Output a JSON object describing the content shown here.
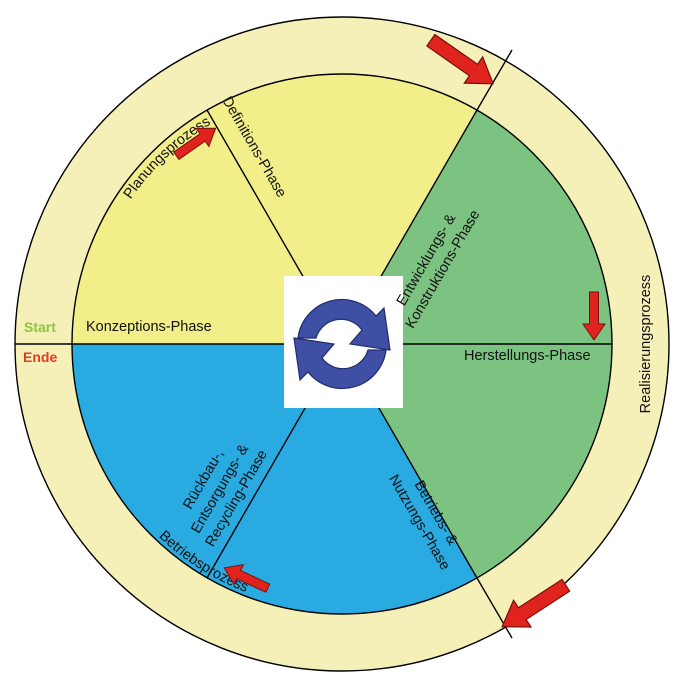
{
  "outer_ring": {
    "planning": "Planungsprozess",
    "realization": "Realisierungsprozess",
    "operation": "Betriebsprozess"
  },
  "markers": {
    "start": "Start",
    "end": "Ende"
  },
  "phases": {
    "definition": "Definitions-Phase",
    "development_line1": "Entwicklungs- &",
    "development_line2": "Konstruktions-Phase",
    "production": "Herstellungs-Phase",
    "operation_line1": "Betriebs- &",
    "operation_line2": "Nutzungs-Phase",
    "dismantling_line1": "Rückbau-,",
    "dismantling_line2": "Entsorgungs- &",
    "dismantling_line3": "Recycling-Phase",
    "conception": "Konzeptions-Phase"
  },
  "colors": {
    "ring": "#f5f0b8",
    "planning_sector": "#f2ee8a",
    "realization_sector": "#7cc382",
    "operation_sector": "#29aae1",
    "start": "#8cc63f",
    "end": "#e23a24",
    "arrow": "#e0231c",
    "cycle_icon": "#3f4fa3"
  },
  "icons": {
    "center": "refresh-cycle-icon",
    "arrows": "red-arrow-icon"
  }
}
